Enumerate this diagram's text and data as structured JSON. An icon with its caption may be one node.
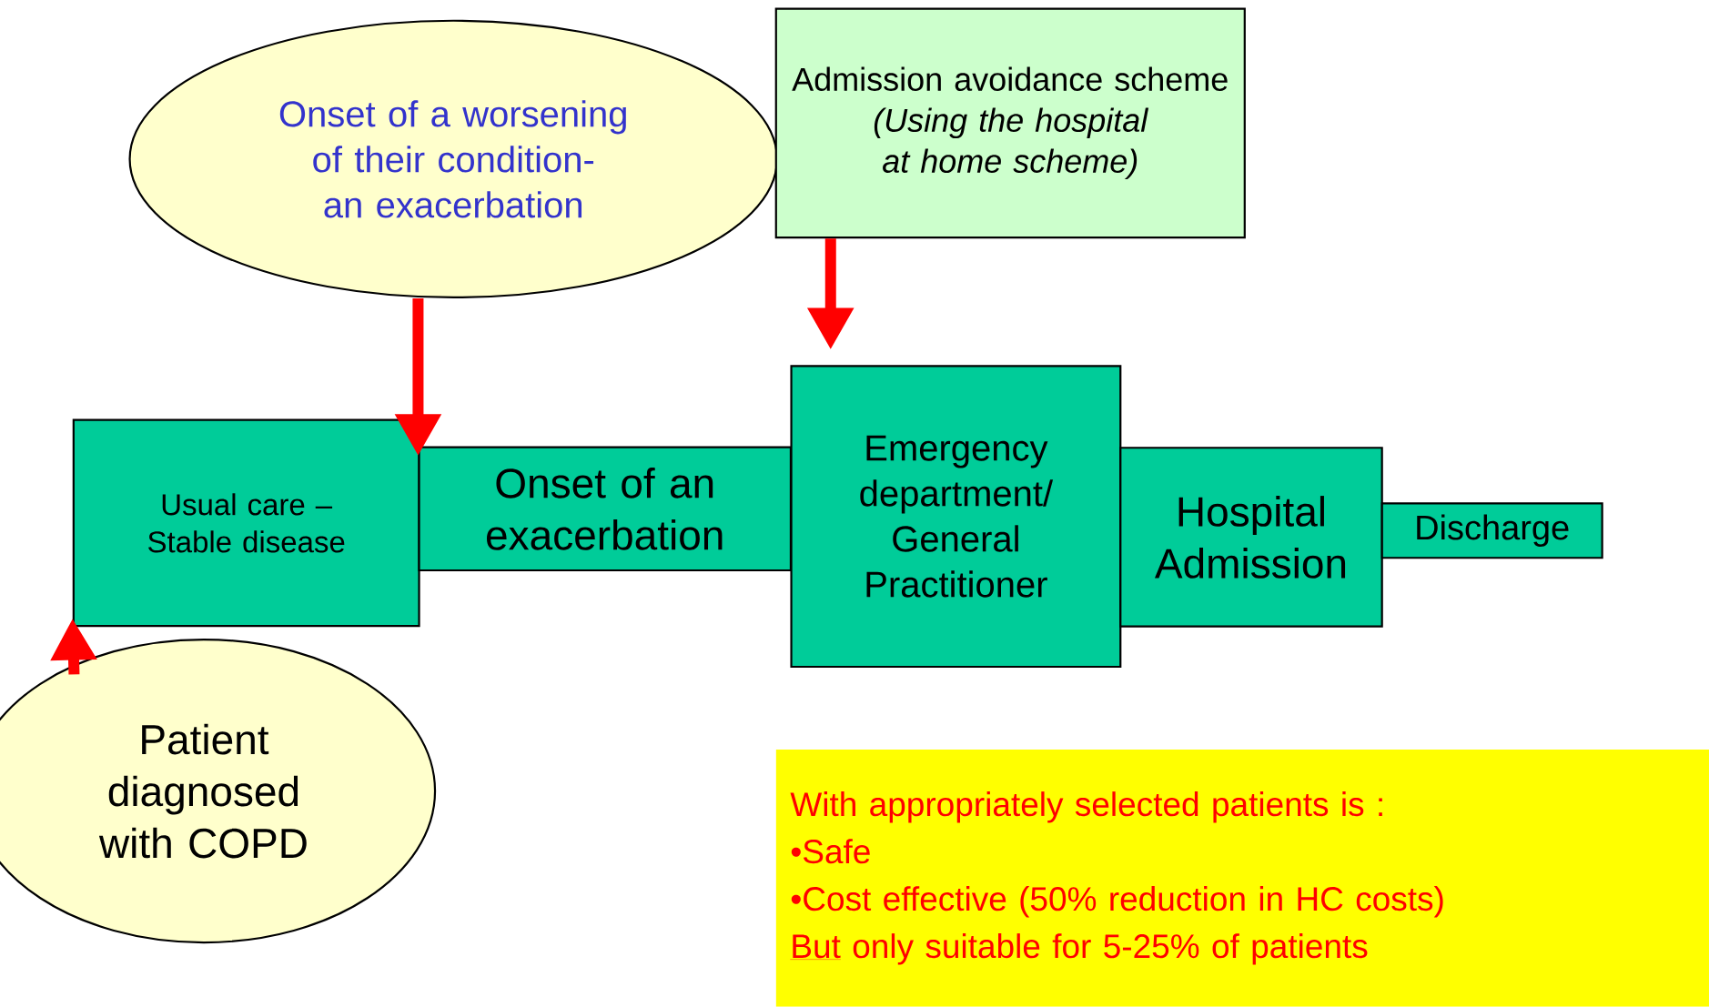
{
  "diagram": {
    "nodes": [
      {
        "text": [
          "Onset of a worsening of their condition- an exacerbation"
        ]
      },
      {
        "text": [
          "Admission avoidance scheme",
          "(Using the hospital at home scheme)"
        ]
      },
      {
        "text": [
          "Usual care – Stable disease"
        ]
      },
      {
        "text": [
          "Onset of an exacerbation"
        ]
      },
      {
        "text": [
          "Emergency department/ General Practitioner"
        ]
      },
      {
        "text": [
          "Hospital Admission"
        ]
      },
      {
        "text": [
          "Discharge"
        ]
      },
      {
        "text": [
          "Patient diagnosed with COPD"
        ]
      },
      {
        "text": [
          "With appropriately selected patients is :",
          "•Safe",
          "•Cost effective (50% reduction in HC costs)",
          "But",
          "only suitable for 5-25% of patients"
        ]
      }
    ],
    "edges": [
      {
        "from": 0,
        "to": 3,
        "arrow": "to"
      },
      {
        "from": 1,
        "to": 4,
        "arrow": "to"
      },
      {
        "from": 7,
        "to": 2,
        "arrow": "to"
      }
    ]
  }
}
